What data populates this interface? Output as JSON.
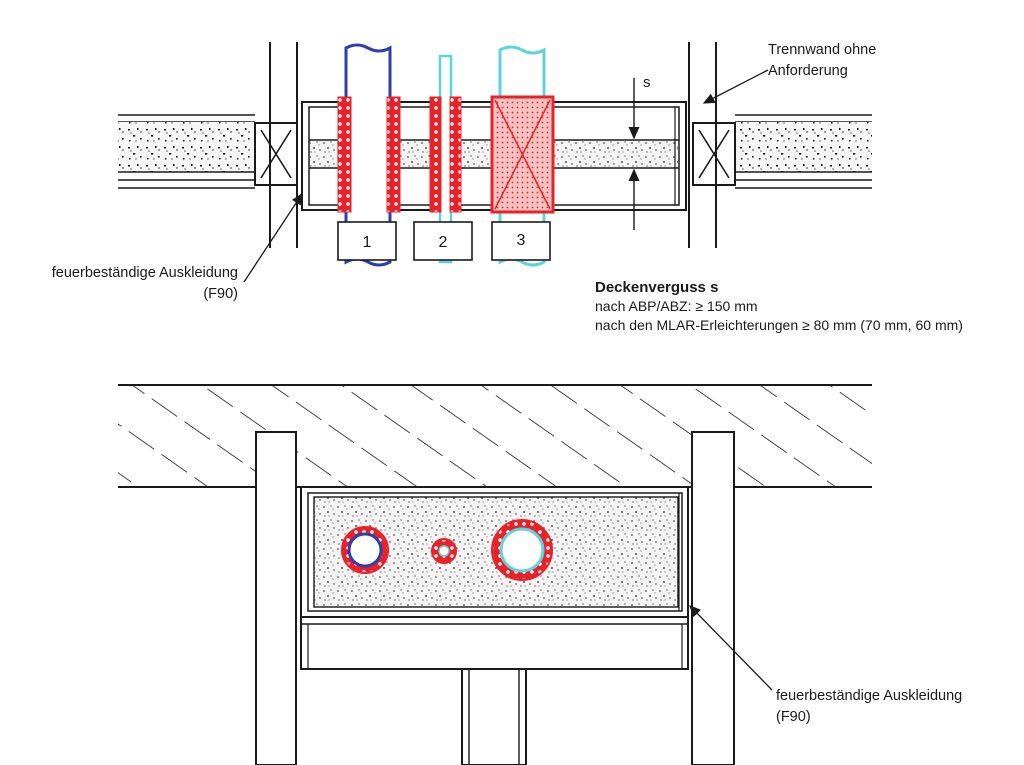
{
  "top_section": {
    "label_trennwand_line1": "Trennwand ohne",
    "label_trennwand_line2": "Anforderung",
    "label_s": "s",
    "label_auskleidung_line1": "feuerbeständige Auskleidung",
    "label_auskleidung_line2": "(F90)",
    "pipe_labels": [
      "1",
      "2",
      "3"
    ],
    "deckenverguss_title": "Deckenverguss s",
    "deckenverguss_line1": "nach ABP/ABZ: ≥ 150 mm",
    "deckenverguss_line2": "nach den MLAR-Erleichterungen ≥ 80 mm (70 mm, 60 mm)"
  },
  "bottom_section": {
    "label_auskleidung_line1": "feuerbeständige Auskleidung",
    "label_auskleidung_line2": "(F90)"
  },
  "colors": {
    "insulation_red": "#e8222a",
    "pipe_blue": "#2b3fae",
    "pipe_cyan": "#5fd3dc",
    "line": "#1a1a1a"
  }
}
